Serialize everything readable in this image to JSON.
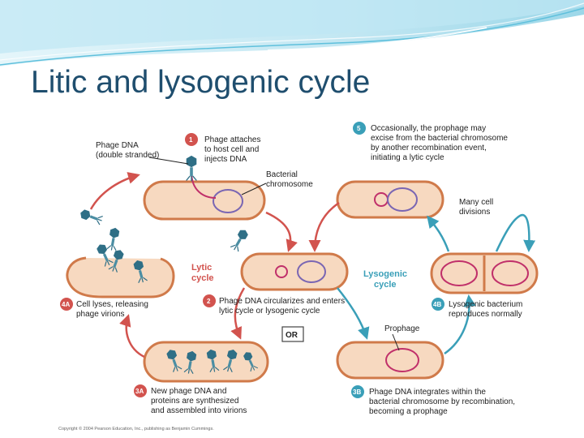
{
  "slide": {
    "title": "Litic and lysogenic cycle"
  },
  "diagram": {
    "phage_dna_label": [
      "Phage DNA",
      "(double stranded)"
    ],
    "bacterial_chromosome_label": [
      "Bacterial",
      "chromosome"
    ],
    "prophage_label": "Prophage",
    "lytic_cycle_label": [
      "Lytic",
      "cycle"
    ],
    "lysogenic_cycle_label": [
      "Lysogenic",
      "cycle"
    ],
    "or_label": "OR",
    "many_divisions_label": [
      "Many cell",
      "divisions"
    ],
    "copyright": "Copyright © 2004 Pearson Education, Inc., publishing as Benjamin Cummings.",
    "steps": [
      {
        "badge": "1",
        "lines": [
          "Phage attaches",
          "to host cell and",
          "injects DNA"
        ]
      },
      {
        "badge": "2",
        "lines": [
          "Phage DNA circularizes and enters",
          "lytic cycle or lysogenic cycle"
        ]
      },
      {
        "badge": "3A",
        "lines": [
          "New phage DNA and",
          "proteins are synthesized",
          "and assembled into virions"
        ]
      },
      {
        "badge": "4A",
        "lines": [
          "Cell lyses, releasing",
          "phage virions"
        ]
      },
      {
        "badge": "3B",
        "lines": [
          "Phage DNA integrates within the",
          "bacterial chromosome by recombination,",
          "becoming a prophage"
        ]
      },
      {
        "badge": "4B",
        "lines": [
          "Lysogenic bacterium",
          "reproduces normally"
        ]
      },
      {
        "badge": "5",
        "lines": [
          "Occasionally, the prophage may",
          "excise from the bacterial chromosome",
          "by another recombination event,",
          "initiating a lytic cycle"
        ]
      }
    ]
  },
  "colors": {
    "title": "#1f4e6e",
    "lytic": "#d2534e",
    "lysogenic": "#3a9fb8",
    "cell_wall": "#d07a4a",
    "cell_fill": "#f7d9c0",
    "phage": "#2f6f86"
  }
}
